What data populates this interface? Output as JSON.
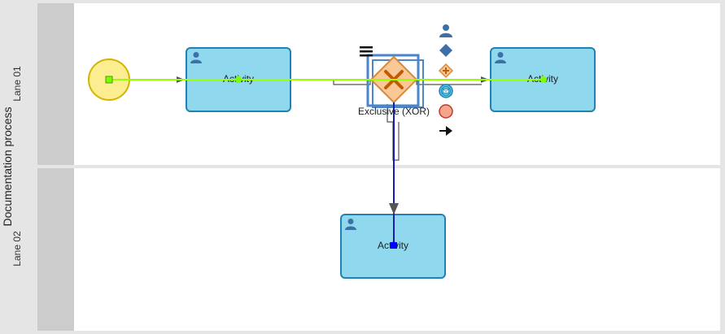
{
  "pool": {
    "label": "Documentation process"
  },
  "lanes": [
    {
      "label": "Lane 01"
    },
    {
      "label": "Lane 02"
    }
  ],
  "tasks": [
    {
      "label": "Activity"
    },
    {
      "label": "Activity"
    },
    {
      "label": "Activity"
    }
  ],
  "gateway": {
    "label": "Exclusive (XOR)"
  },
  "palette": [
    "user-task-icon",
    "gateway-icon",
    "parallel-gateway-icon",
    "message-event-icon",
    "end-event-icon",
    "sequence-flow-arrow-icon"
  ],
  "colors": {
    "task_fill": "#8fd8ee",
    "task_border": "#1f82b2",
    "start_fill": "#fcee90",
    "start_border": "#d4b400",
    "gateway_fill": "#f9c896",
    "gateway_border": "#d98a3a",
    "selection": "#4a86c8",
    "preview_edge": "#9aff00",
    "active_edge": "#1a1ab0",
    "handle_green": "#7bff00",
    "handle_blue": "#0000ff",
    "edge": "#555555"
  }
}
